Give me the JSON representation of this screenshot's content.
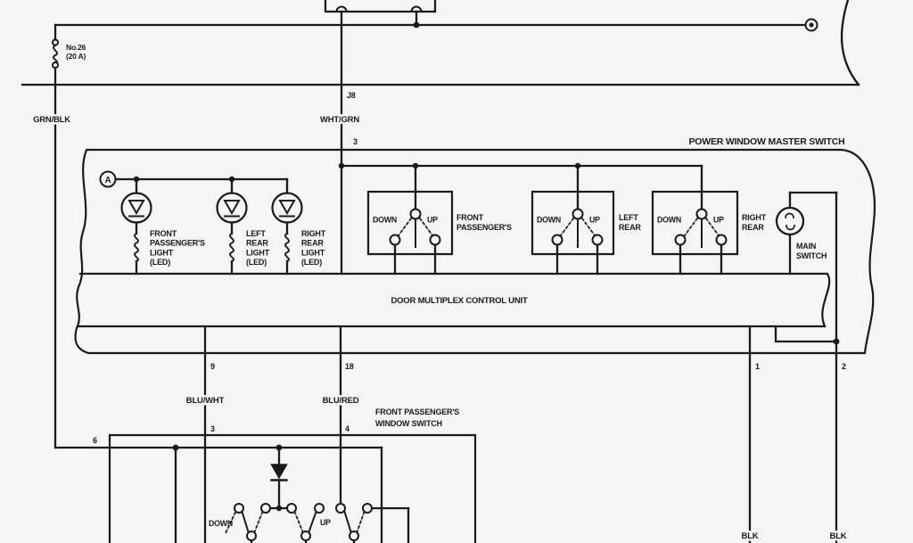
{
  "colors": {
    "ink": "#1a1a1a",
    "paper": "#f5f5f2"
  },
  "diagram": {
    "master_switch_title": "POWER WINDOW MASTER SWITCH",
    "control_unit_label": "DOOR MULTIPLEX CONTROL UNIT",
    "fuse": {
      "name": "No.26",
      "rating": "(20 A)"
    },
    "connector_a": "A",
    "junction_label": "J8",
    "wires": {
      "grn_blk": "GRN/BLK",
      "wht_grn": "WHT/GRN",
      "wht_grn_pin": "3",
      "blu_wht": "BLU/WHT",
      "blu_red": "BLU/RED",
      "blk_left": "BLK",
      "blk_right": "BLK"
    },
    "control_unit_pins": {
      "pin9": "9",
      "pin18": "18",
      "pin1": "1",
      "pin2": "2"
    },
    "leds": [
      {
        "lines": [
          "FRONT",
          "PASSENGER'S",
          "LIGHT",
          "(LED)"
        ]
      },
      {
        "lines": [
          "LEFT",
          "REAR",
          "LIGHT",
          "(LED)"
        ]
      },
      {
        "lines": [
          "RIGHT",
          "REAR",
          "LIGHT",
          "(LED)"
        ]
      }
    ],
    "rocker_switches": [
      {
        "down": "DOWN",
        "up": "UP",
        "label": [
          "FRONT",
          "PASSENGER'S"
        ]
      },
      {
        "down": "DOWN",
        "up": "UP",
        "label": [
          "LEFT",
          "REAR"
        ]
      },
      {
        "down": "DOWN",
        "up": "UP",
        "label": [
          "RIGHT",
          "REAR"
        ]
      }
    ],
    "main_switch_label": [
      "MAIN",
      "SWITCH"
    ],
    "window_switch": {
      "title": [
        "FRONT PASSENGER'S",
        "WINDOW SWITCH"
      ],
      "pin3": "3",
      "pin4": "4",
      "pin6": "6",
      "down": "DOWN",
      "up": "UP"
    }
  }
}
